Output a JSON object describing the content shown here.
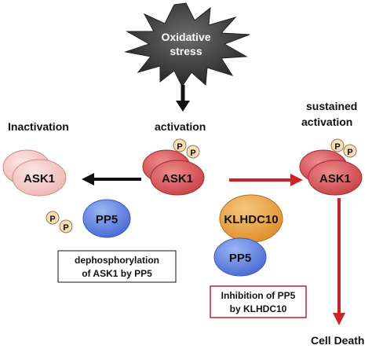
{
  "stress": {
    "line1": "Oxidative",
    "line2": "stress"
  },
  "labels": {
    "inactivation": "Inactivation",
    "activation": "activation",
    "sustained_line1": "sustained",
    "sustained_line2": "activation",
    "cell_death": "Cell Death"
  },
  "proteins": {
    "ask1": "ASK1",
    "pp5": "PP5",
    "klhdc10": "KLHDC10",
    "phospho": "P"
  },
  "boxes": {
    "dephos_line1": "dephosphorylation",
    "dephos_line2": "of ASK1 by PP5",
    "inhib_line1": "Inhibition of PP5",
    "inhib_line2": "by KLHDC10"
  },
  "colors": {
    "ask1_red": "#d35a5f",
    "ask1_pale": "#f2c7c7",
    "pp5_blue": "#5b80e0",
    "klhdc10_orange": "#e8a040",
    "phospho_fill": "#f4dfb8",
    "arrow_black": "#111111",
    "arrow_red": "#c8262b",
    "stress_fill": "#333333"
  }
}
